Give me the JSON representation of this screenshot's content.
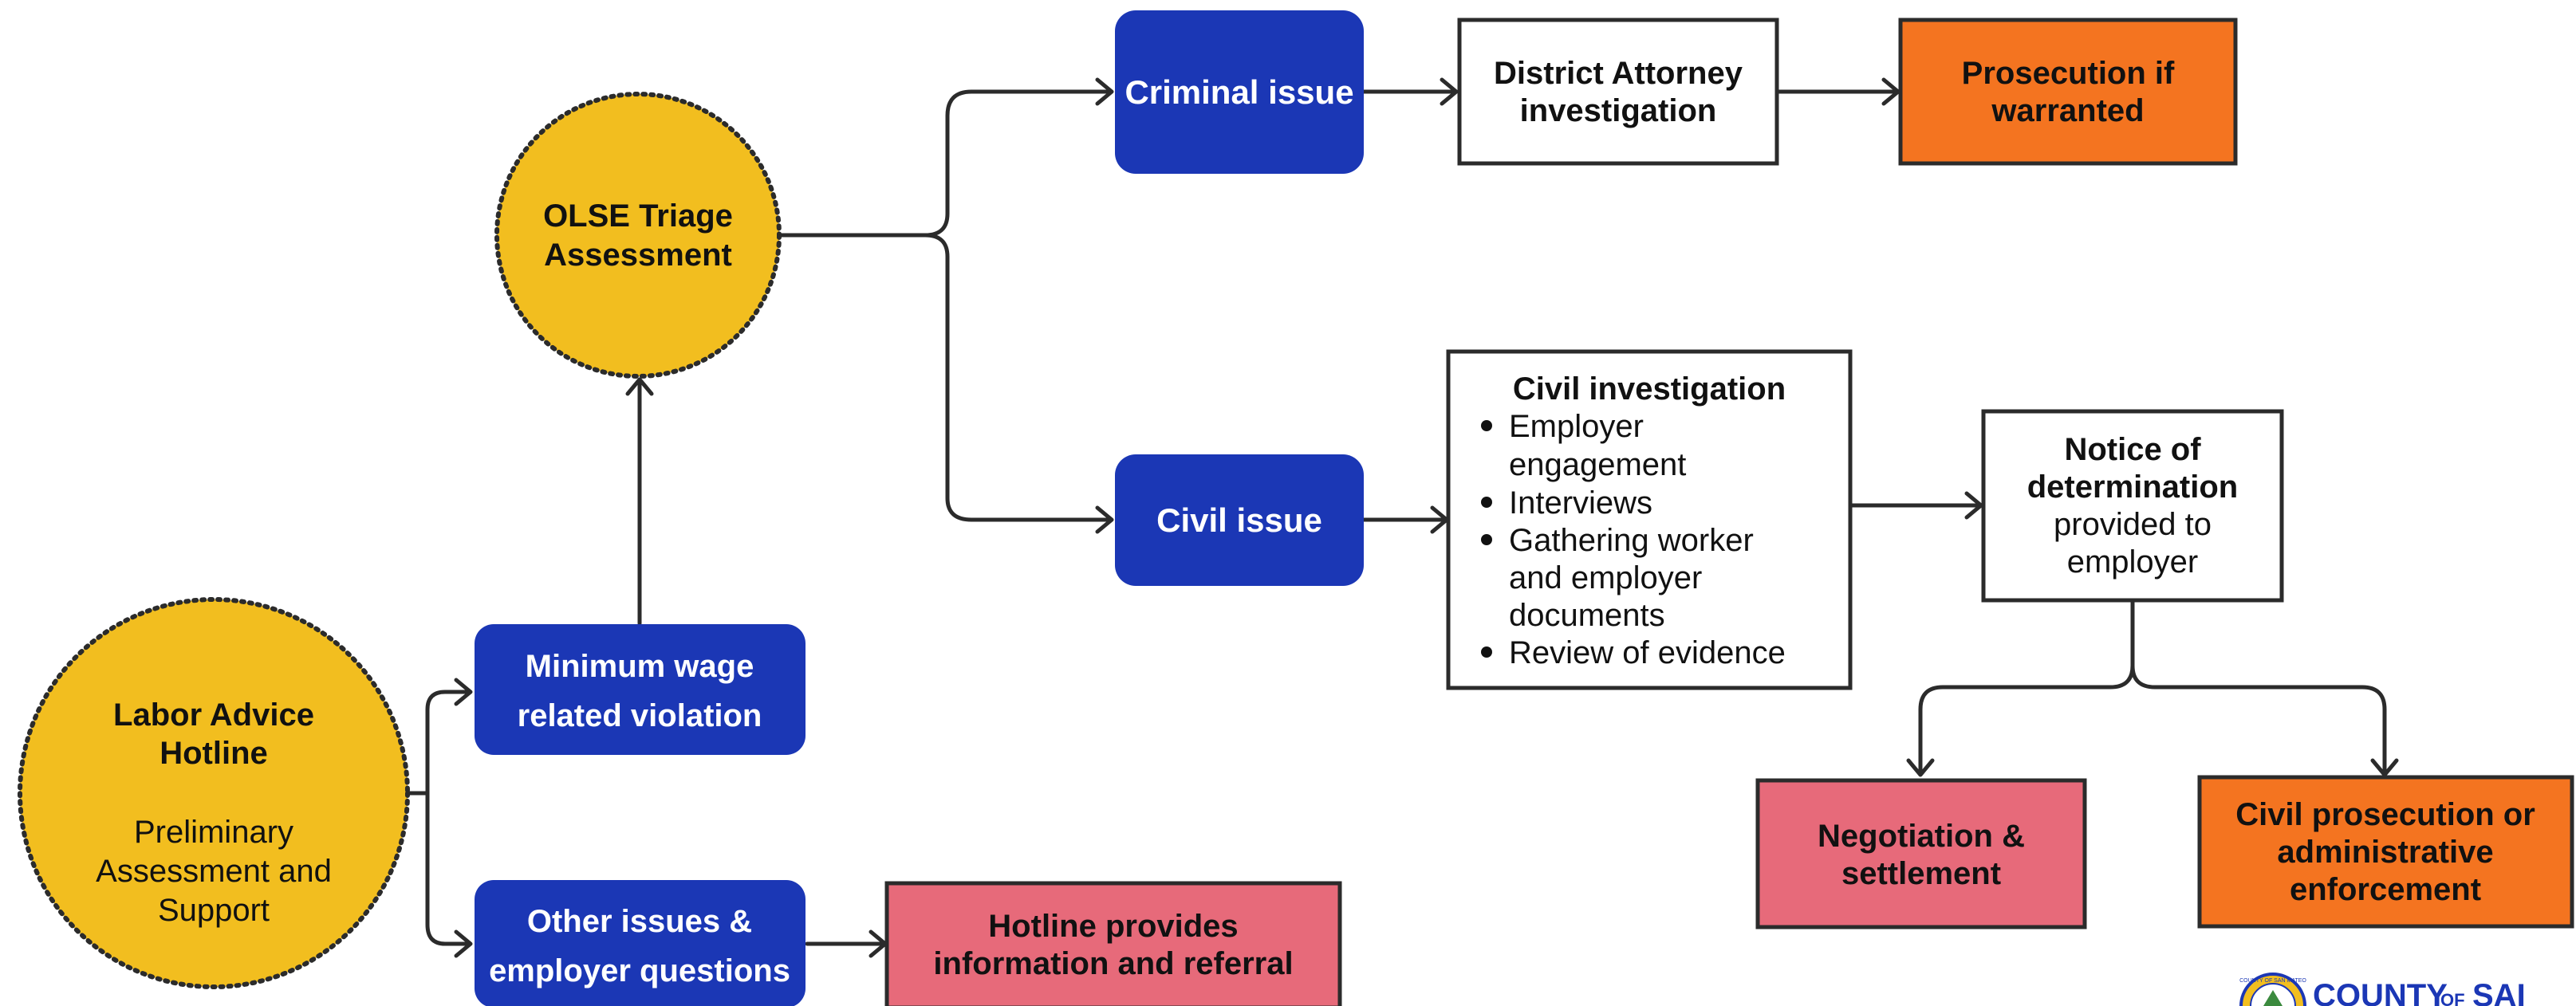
{
  "colors": {
    "yellow": "#F2BE1F",
    "blue": "#1B37B5",
    "orange": "#F47420",
    "pink": "#E76A7A",
    "white": "#FFFFFF",
    "outline": "#2B2B2B"
  },
  "nodes": {
    "hotline": {
      "title_1": "Labor Advice",
      "title_2": "Hotline",
      "sub_1": "Preliminary",
      "sub_2": "Assessment and",
      "sub_3": "Support"
    },
    "triage": {
      "line_1": "OLSE Triage",
      "line_2": "Assessment"
    },
    "min_wage": {
      "line_1": "Minimum wage",
      "line_2": "related violation"
    },
    "other_issues": {
      "line_1": "Other issues &",
      "line_2": "employer questions"
    },
    "hotline_referral": {
      "line_1": "Hotline provides",
      "line_2": "information and referral"
    },
    "criminal": {
      "label": "Criminal issue"
    },
    "civil": {
      "label": "Civil issue"
    },
    "da": {
      "line_1": "District Attorney",
      "line_2": "investigation"
    },
    "prosecution": {
      "line_1": "Prosecution if",
      "line_2": "warranted"
    },
    "civil_investigation": {
      "title": "Civil investigation",
      "bullets": [
        "Employer",
        "engagement",
        "Interviews",
        "Gathering worker",
        "and employer",
        "documents",
        "Review of evidence"
      ]
    },
    "notice": {
      "line_1": "Notice of",
      "line_2": "determination",
      "line_3": "provided to",
      "line_4": "employer"
    },
    "negotiation": {
      "line_1": "Negotiation &",
      "line_2": "settlement"
    },
    "civil_prosecution": {
      "line_1": "Civil prosecution or",
      "line_2": "administrative",
      "line_3": "enforcement"
    }
  },
  "logo": {
    "text_1": "COUNTY",
    "text_2": "OF",
    "text_3": "SAI",
    "seal_text": "COUNTY OF SAN MATEO"
  }
}
